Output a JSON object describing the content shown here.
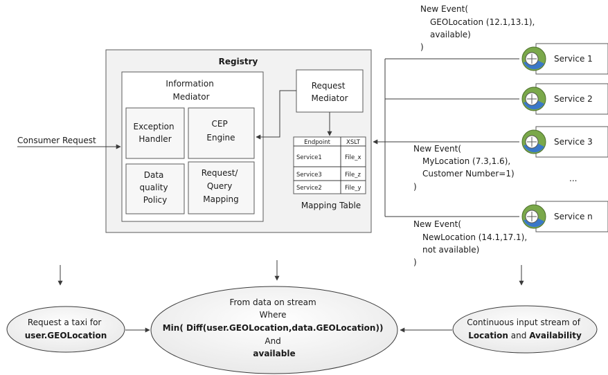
{
  "registry": {
    "title": "Registry",
    "information_mediator": [
      "Information",
      "Mediator"
    ],
    "exception_handler": [
      "Exception",
      "Handler"
    ],
    "cep_engine": [
      "CEP",
      "Engine"
    ],
    "data_quality_policy": [
      "Data",
      "quality",
      "Policy"
    ],
    "request_query_mapping": [
      "Request/",
      "Query",
      "Mapping"
    ],
    "request_mediator": [
      "Request",
      "Mediator"
    ],
    "mapping_table": {
      "caption": "Mapping Table",
      "headers": [
        "Endpoint",
        "XSLT"
      ],
      "rows": [
        [
          "Service1",
          "File_x"
        ],
        [
          "Service3",
          "File_z"
        ],
        [
          "Service2",
          "File_y"
        ]
      ]
    }
  },
  "consumer_request": "Consumer Request",
  "services": [
    "Service 1",
    "Service 2",
    "Service 3",
    "Service n"
  ],
  "ellipsis": "...",
  "events": [
    [
      "New Event(",
      "GEOLocation (12.1,13.1),",
      "available)",
      ")"
    ],
    [
      "New Event(",
      "MyLocation (7.3,1.6),",
      "Customer Number=1)",
      ")"
    ],
    [
      "New Event(",
      "NewLocation (14.1,17.1),",
      "not available)",
      ")"
    ]
  ],
  "query": {
    "line1": "From data on stream",
    "line2": "Where",
    "line3": "Min( Diff(user.GEOLocation,data.GEOLocation))",
    "line4": "And",
    "line5": "available"
  },
  "request_taxi": {
    "line1": "Request a taxi for",
    "line2": "user.GEOLocation"
  },
  "input_stream": {
    "line1": "Continuous input stream of",
    "line2_bold1": "Location",
    "line2_mid": " and ",
    "line2_bold2": "Availability"
  },
  "colors": {
    "registry_fill": "#f2f2f2",
    "box_stroke": "#5a5a5a",
    "service_icon_green": "#7aa84a",
    "service_icon_blue": "#3a78c8",
    "ellipse_fill": "#f4f4f4"
  }
}
